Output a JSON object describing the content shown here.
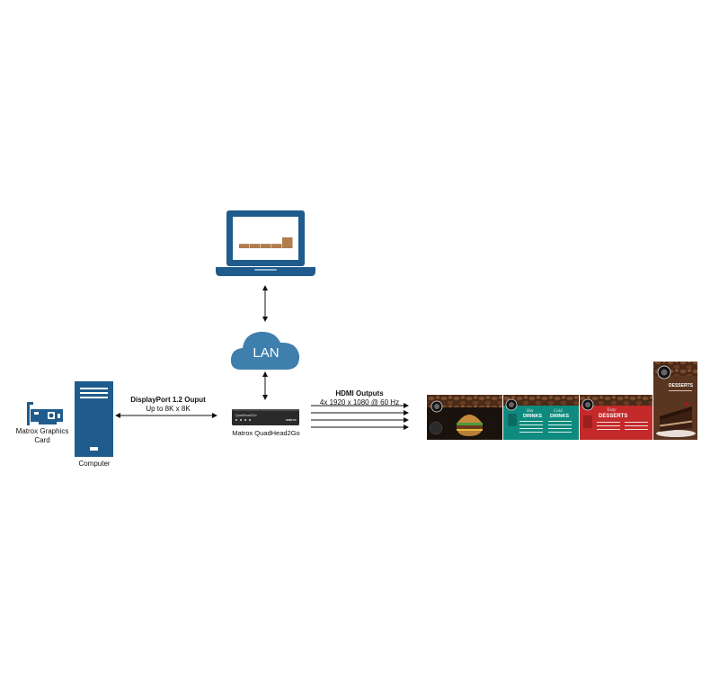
{
  "nodes": {
    "laptop": {},
    "cloud": {
      "label": "LAN"
    },
    "graphics_card": {
      "label_line1": "Matrox Graphics",
      "label_line2": "Card"
    },
    "computer": {
      "label": "Computer"
    },
    "device": {
      "label": "Matrox QuadHead2Go",
      "brand_text": "QuadHead2Go",
      "logo_text": "matrox"
    }
  },
  "edges": {
    "displayport": {
      "line1": "DisplayPort 1.2 Ouput",
      "line2": "Up to 8K x 8K"
    },
    "hdmi": {
      "line1": "HDMI Outputs",
      "line2": "4x 1920 x 1080 @ 60 Hz"
    }
  },
  "laptop_chart_bars": [
    0.22,
    0.22,
    0.22,
    0.22,
    0.55
  ],
  "displays": {
    "drinks_hot": {
      "script": "Hot",
      "title": "DRINKS"
    },
    "drinks_cold": {
      "script": "Cold",
      "title": "DRINKS"
    },
    "desserts": {
      "script": "Tasty",
      "title": "DESSERTS"
    },
    "portrait": {
      "title": "DESSERTS"
    }
  },
  "colors": {
    "navy": "#1f5b8c",
    "cloud": "#3f7fae",
    "drinks_teal": "#0f8a7e",
    "desserts_red": "#c42a2a",
    "coffee_brown": "#5a3520"
  }
}
